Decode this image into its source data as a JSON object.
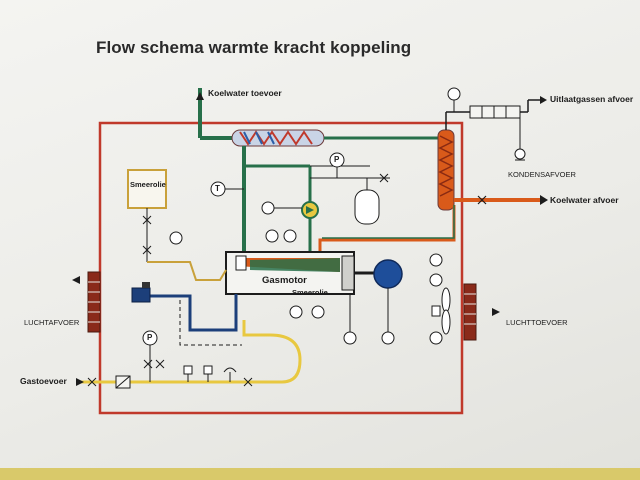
{
  "title": "Flow schema warmte kracht koppeling",
  "labels": {
    "koelwater_toevoer": "Koelwater toevoer",
    "uitlaatgassen_afvoer": "Uitlaatgassen afvoer",
    "kondensafvoer": "KONDENSAFVOER",
    "koelwater_afvoer": "Koelwater afvoer",
    "smeerolie_tank": "Smeerolie",
    "gasmotor": "Gasmotor",
    "smeerolie_motor": "Smeerolie",
    "luchtafvoer": "LUCHTAFVOER",
    "luchttoevoer": "LUCHTTOEVOER",
    "gastoevoer": "Gastoevoer",
    "temp_symbol": "T",
    "pressure_symbol_top": "P",
    "pressure_symbol_gas": "P"
  },
  "colors": {
    "boundary": "#c0392b",
    "cooling_water": "#27704a",
    "flue_gas": "#d95a1a",
    "gas_line": "#e8c840",
    "oil_line": "#1c3f7a",
    "oil_tank_border": "#c9a13a",
    "generator": "#1e4e9a"
  }
}
